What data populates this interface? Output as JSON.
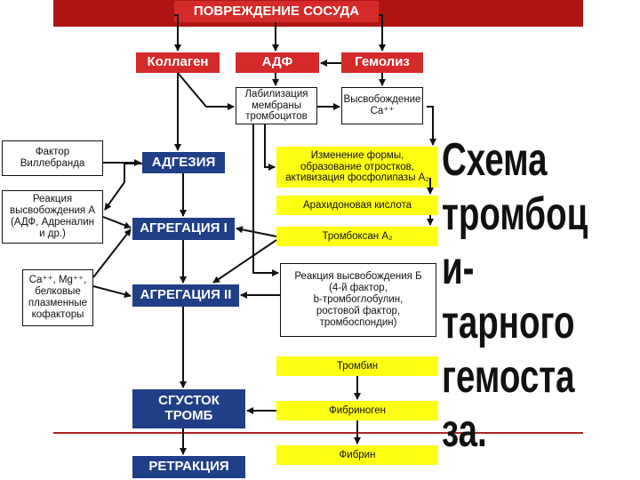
{
  "header": {
    "title": "ПОВРЕЖДЕНИЕ СОСУДА"
  },
  "triggers": {
    "collagen": "Коллаген",
    "adp": "АДФ",
    "hemolysis": "Гемолиз"
  },
  "platelet": {
    "labilization": [
      "Лабилизация",
      "мембраны",
      "тромбоцитов"
    ],
    "release_ca": [
      "Высвобождение",
      "Ca⁺⁺"
    ]
  },
  "factors": {
    "willebrand": [
      "Фактор",
      "Виллебранда"
    ],
    "release_a": [
      "Реакция",
      "высвобождения А",
      "(АДФ, Адреналин",
      "и др.)"
    ],
    "cofactors": [
      "Ca⁺⁺, Mg⁺⁺,",
      "белковые",
      "плазменные",
      "кофакторы"
    ]
  },
  "stages": {
    "adhesion": "АДГЕЗИЯ",
    "aggregation1": "АГРЕГАЦИЯ I",
    "aggregation2": "АГРЕГАЦИЯ II",
    "clot": [
      "СГУСТОК",
      "ТРОМБ"
    ],
    "retraction": "РЕТРАКЦИЯ"
  },
  "pathway": {
    "shape_change": [
      "Изменение формы,",
      "образование отростков,",
      "активизация фосфолипазы А₂"
    ],
    "arachidonic": "Арахидоновая кислота",
    "thromboxane": "Тромбоксан А₂",
    "release_b": [
      "Реакция высвобождения Б",
      "(4-й фактор,",
      "b-тромбоглобулин,",
      "ростовой фактор,",
      "тромбоспондин)"
    ]
  },
  "coagulation": {
    "thrombin": "Тромбин",
    "fibrinogen": "Фибриноген",
    "fibrin": "Фибрин"
  },
  "title_lines": [
    "Схема",
    "тромбоц",
    "и-",
    "тарного",
    "гемоста",
    "за."
  ],
  "colors": {
    "header_bar": "#b01515",
    "trigger": "#d42a2a",
    "stage": "#1f3f86",
    "pathway": "#ffff14",
    "title": "#111111"
  }
}
